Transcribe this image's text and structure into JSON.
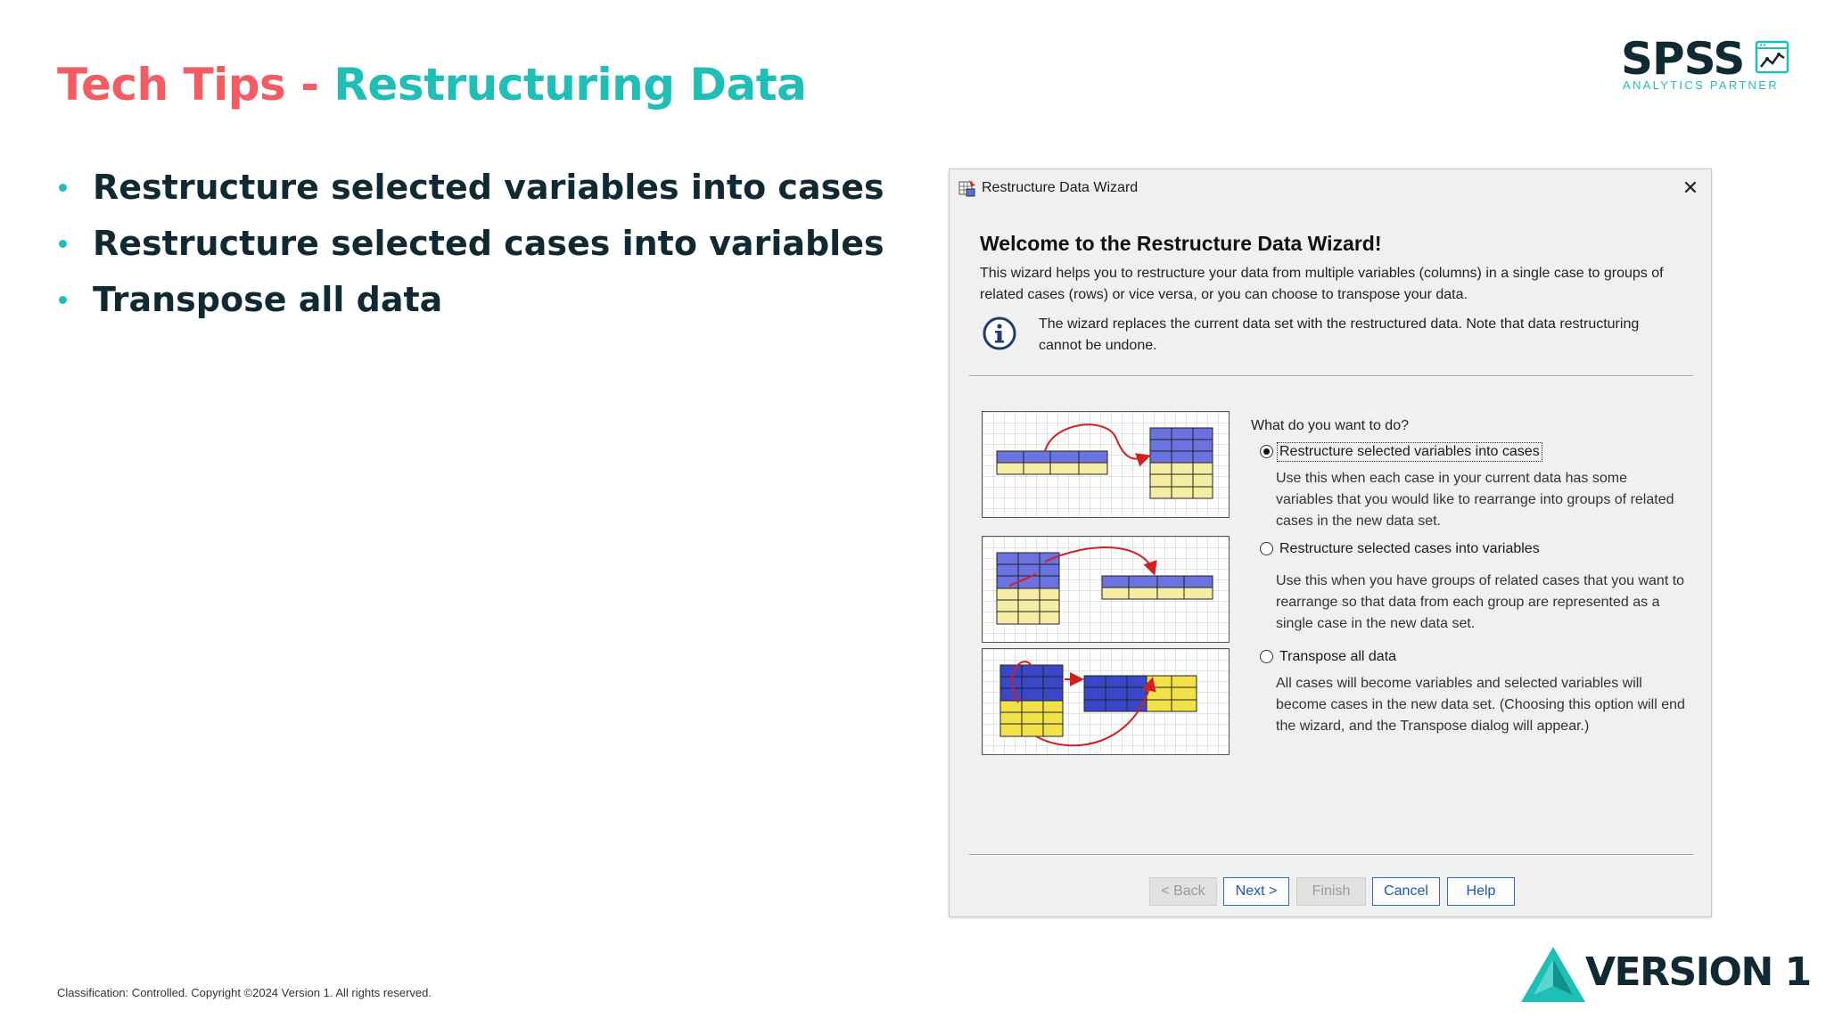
{
  "slide": {
    "title_part_a": "Tech Tips",
    "title_separator": " - ",
    "title_part_b": "Restructuring Data",
    "bullets": [
      "Restructure selected variables into cases",
      "Restructure selected cases into variables",
      "Transpose all data"
    ],
    "footer": "Classification: Controlled. Copyright ©2024 Version 1. All rights reserved.",
    "colors": {
      "accent_red": "#f25c62",
      "accent_teal": "#1fbfb8",
      "text_dark": "#0f2a33"
    }
  },
  "logos": {
    "spss_word": "SPSS",
    "spss_sub": "ANALYTICS PARTNER",
    "spss_icon": "line-chart-icon",
    "version_word": "VERSION 1",
    "version_icon": "triangle-logo-icon"
  },
  "dialog": {
    "title": "Restructure Data Wizard",
    "title_icon": "wizard-icon",
    "close_icon": "close-icon",
    "welcome": "Welcome to the Restructure Data Wizard!",
    "intro": "This wizard helps you to restructure your data from multiple variables (columns) in a single case to groups of related cases (rows) or vice versa, or you can choose to transpose your data.",
    "info_icon": "info-icon",
    "warning": "The wizard replaces the current data set with the restructured data.  Note that data restructuring cannot be undone.",
    "question": "What do you want to do?",
    "options": [
      {
        "label": "Restructure selected variables into cases",
        "selected": true,
        "description": "Use this when each case in your current data has some variables that you would like to rearrange into groups of related cases in the new data set."
      },
      {
        "label": "Restructure selected cases into variables",
        "selected": false,
        "description": "Use this when you have groups of related cases that you want to rearrange so that data from each group are represented as a single case in the new data set."
      },
      {
        "label": "Transpose all data",
        "selected": false,
        "description": "All cases will become variables and selected variables will become cases in the new data set. (Choosing this option will end the wizard, and the Transpose dialog will appear.)"
      }
    ],
    "buttons": {
      "back": "< Back",
      "next": "Next >",
      "finish": "Finish",
      "cancel": "Cancel",
      "help": "Help"
    },
    "button_states": {
      "back_enabled": false,
      "next_enabled": true,
      "finish_enabled": false,
      "cancel_enabled": true,
      "help_enabled": true
    }
  }
}
